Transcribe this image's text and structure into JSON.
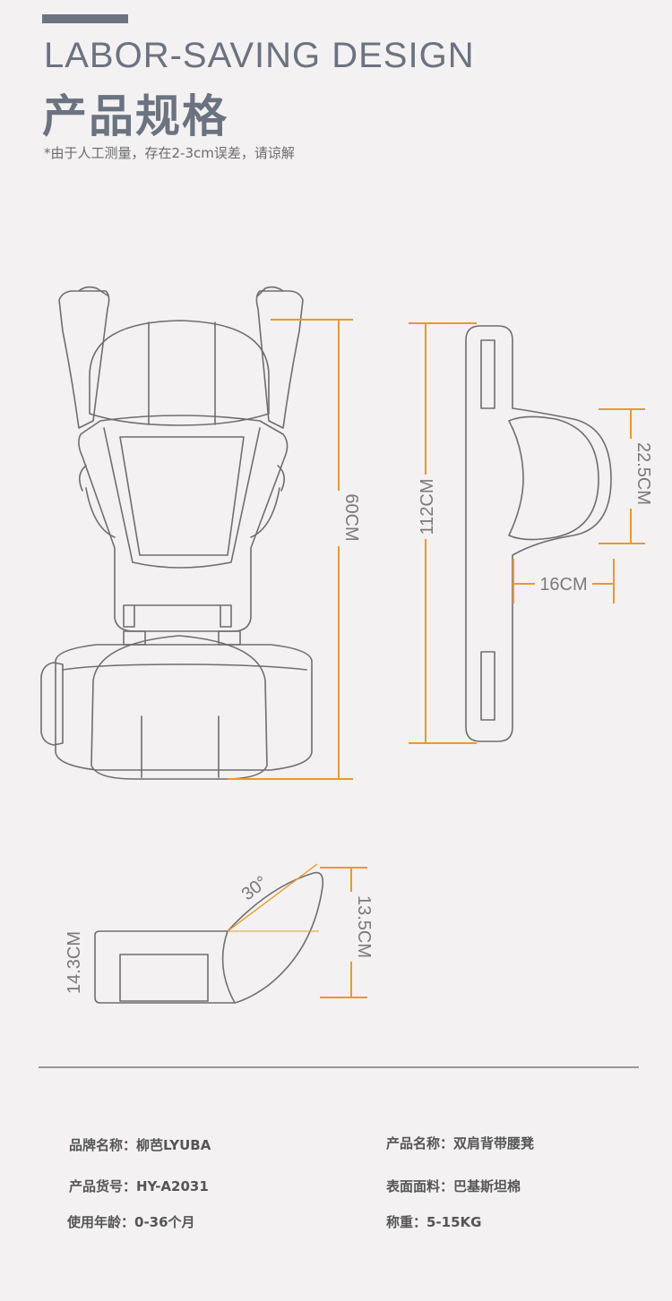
{
  "header": {
    "en_title": "LABOR-SAVING DESIGN",
    "cn_title": "产品规格",
    "note": "*由于人工测量，存在2-3cm误差，请谅解"
  },
  "dimensions": {
    "carrier_height": "60CM",
    "belt_length": "112CM",
    "seat_height": "22.5CM",
    "seat_width": "16CM",
    "seat_angle": "30°",
    "seat_side_height": "13.5CM",
    "seat_front_height": "14.3CM"
  },
  "specs": {
    "brand": "品牌名称：柳芭LYUBA",
    "product_name": "产品名称：双肩背带腰凳",
    "item_no": "产品货号：HY-A2031",
    "fabric": "表面面料：巴基斯坦棉",
    "age": "使用年龄：0-36个月",
    "weight": "称重：5-15KG"
  },
  "colors": {
    "accent": "#e89a2c",
    "title": "#6b7280",
    "line": "#6f6f6f"
  }
}
